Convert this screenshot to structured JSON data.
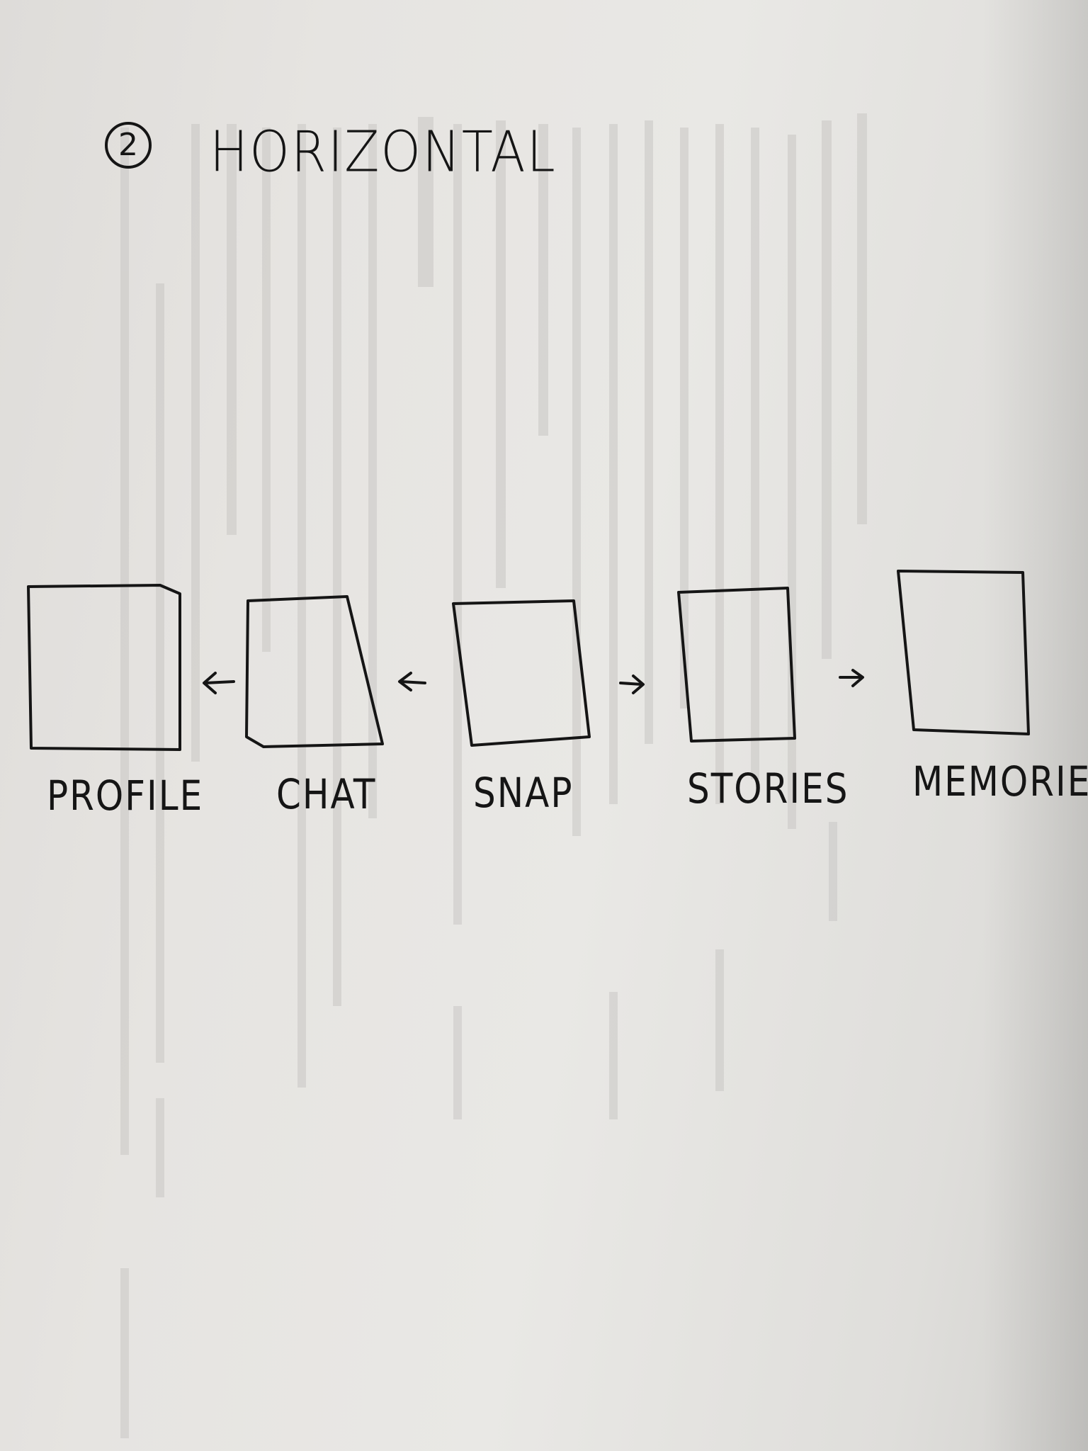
{
  "title": {
    "number": "2",
    "text": "HORIZONTAL"
  },
  "screens": [
    {
      "key": "profile",
      "label": "PROFILE"
    },
    {
      "key": "chat",
      "label": "CHAT"
    },
    {
      "key": "snap",
      "label": "SNAP"
    },
    {
      "key": "stories",
      "label": "STORIES"
    },
    {
      "key": "memories",
      "label": "MEMORIES"
    }
  ],
  "arrows": [
    {
      "from": "chat",
      "to": "profile",
      "glyph": "←"
    },
    {
      "from": "snap",
      "to": "chat",
      "glyph": "←"
    },
    {
      "from": "snap",
      "to": "stories",
      "glyph": "→"
    },
    {
      "from": "stories",
      "to": "memories",
      "glyph": "→"
    }
  ],
  "colors": {
    "ink": "#151515",
    "paper": "#e6e4e1"
  }
}
